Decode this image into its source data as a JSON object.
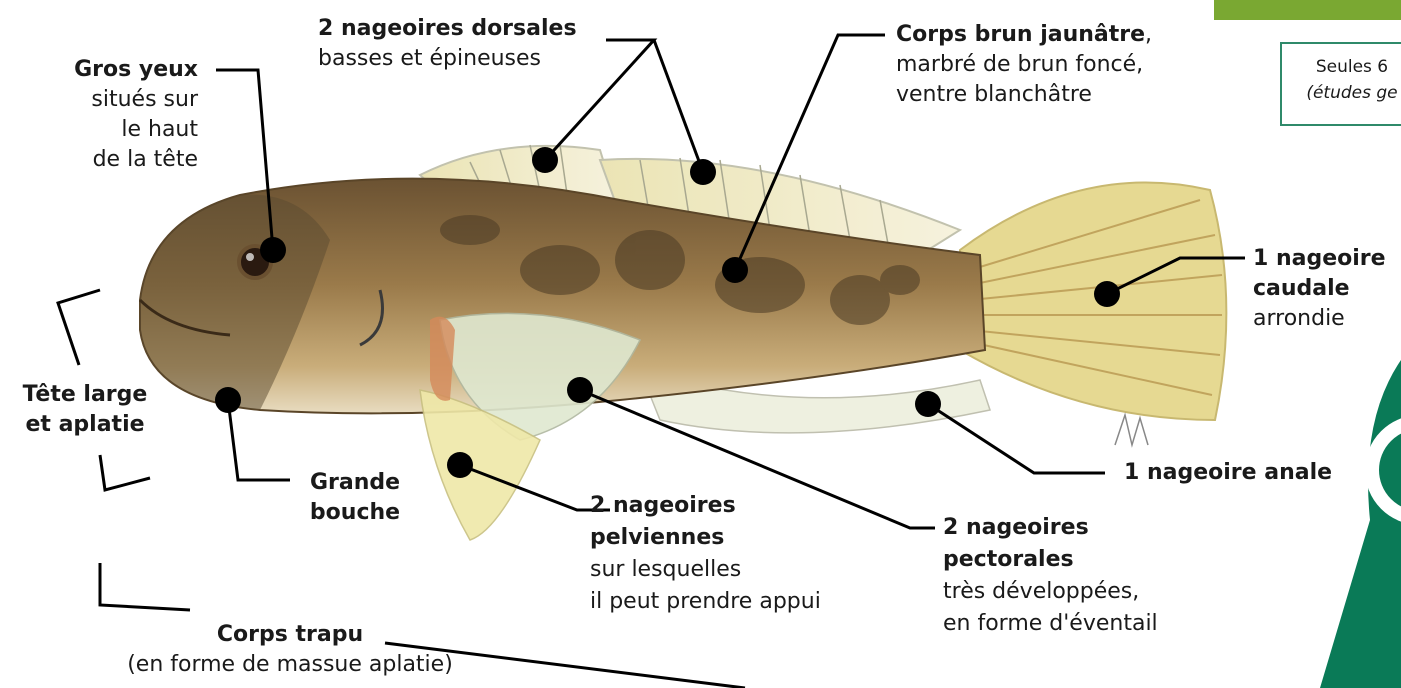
{
  "colors": {
    "accent_green": "#7aa832",
    "dark_green": "#0a7a57",
    "box_border": "#2f8a6a"
  },
  "labels": {
    "eyes": {
      "title": "Gros yeux",
      "l1": "situés sur",
      "l2": "le haut",
      "l3": "de la tête"
    },
    "dorsal": {
      "title": "2 nageoires dorsales",
      "l1": "basses et épineuses"
    },
    "body_color": {
      "title": "Corps brun jaunâtre",
      "sep": ",",
      "l1": "marbré de brun foncé,",
      "l2": "ventre blanchâtre"
    },
    "caudal": {
      "title1": "1 nageoire",
      "title2": "caudale",
      "l1": "arrondie"
    },
    "head": {
      "title1": "Tête large",
      "title2": "et aplatie"
    },
    "mouth": {
      "title1": "Grande",
      "title2": "bouche"
    },
    "pelvic": {
      "title1": "2 nageoires",
      "title2": "pelviennes",
      "l1": "sur lesquelles",
      "l2": "il peut prendre appui"
    },
    "pectoral": {
      "title1": "2 nageoires",
      "title2": "pectorales",
      "l1": "très développées,",
      "l2": "en forme d'éventail"
    },
    "anal": {
      "title": "1 nageoire anale"
    },
    "stocky": {
      "title": "Corps trapu",
      "l1": "(en forme de massue aplatie)"
    }
  },
  "note": {
    "l1": "Seules 6",
    "l2": "(études ge"
  }
}
